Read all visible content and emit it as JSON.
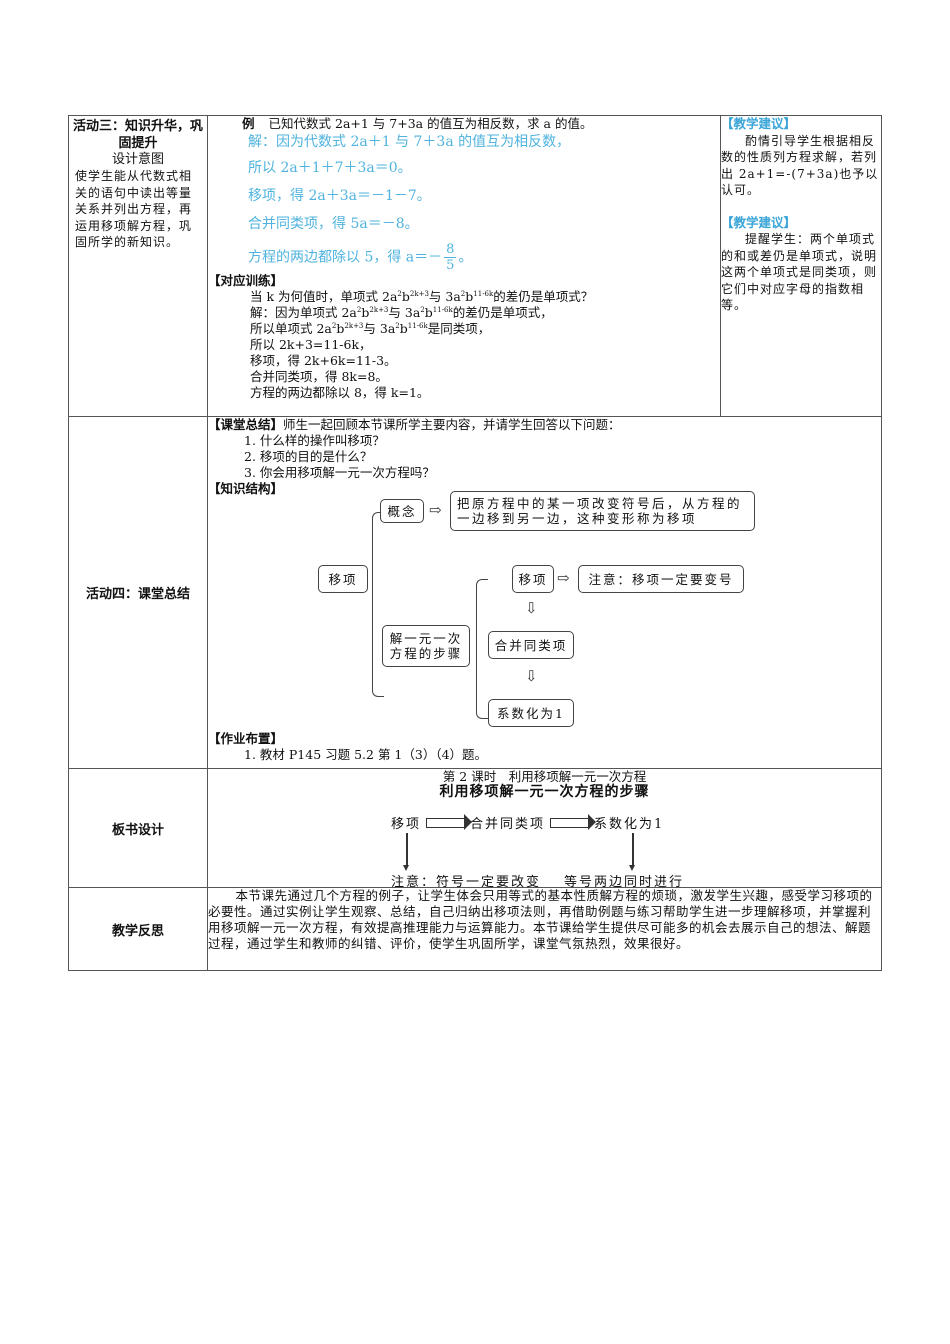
{
  "activity3": {
    "title": "活动三：知识升华，巩固提升",
    "design_label": "设计意图",
    "design_text": "使学生能从代数式相关的语句中读出等量关系并列出方程，再运用移项解方程，巩固所学的新知识。",
    "example": {
      "keyword": "例",
      "question": "已知代数式 2a+1 与 7+3a 的值互为相反数，求 a 的值。",
      "solution": [
        "解：因为代数式 2a＋1 与 7＋3a 的值互为相反数，",
        "所以 2a＋1＋7＋3a＝0。",
        "移项，得 2a＋3a＝－1－7。",
        "合并同类项，得 5a＝－8。"
      ],
      "last_line_prefix": "方程的两边都除以 5，得 a＝－",
      "fraction_num": "8",
      "fraction_den": "5",
      "last_line_suffix": "。"
    },
    "practice": {
      "heading": "【对应训练】",
      "lines": [
        "所以 2k+3=11-6k，",
        "移项，得 2k+6k=11-3。",
        "合并同类项，得 8k=8。",
        "方程的两边都除以 8，得 k=1。"
      ],
      "q_prefix": "当 k 为何值时，单项式 2a",
      "q_mid1": "b",
      "q_mid2": "与 3a",
      "q_mid3": "b",
      "q_suffix": "的差仍是单项式？",
      "s1_prefix": "解：因为单项式 2a",
      "s1_suffix": "的差仍是单项式，",
      "s2_prefix": "所以单项式 2a",
      "s2_suffix": "是同类项，",
      "sup_a": "2",
      "sup_b1": "2k+3",
      "sup_b2": "11-6k"
    },
    "tips": [
      {
        "heading": "【教学建议】",
        "text": "酌情引导学生根据相反数的性质列方程求解，若列出 2a+1=-(7+3a)也予以认可。"
      },
      {
        "heading": "【教学建议】",
        "text": "提醒学生：两个单项式的和或差仍是单项式，说明这两个单项式是同类项，则它们中对应字母的指数相等。"
      }
    ]
  },
  "activity4": {
    "title": "活动四：课堂总结",
    "summary_heading": "【课堂总结】",
    "summary_intro": "师生一起回顾本节课所学主要内容，并请学生回答以下问题：",
    "questions": [
      "1. 什么样的操作叫移项？",
      "2. 移项的目的是什么？",
      "3. 你会用移项解一元一次方程吗？"
    ],
    "structure_heading": "【知识结构】",
    "map": {
      "root": "移项",
      "concept": "概念",
      "concept_def": "把原方程中的某一项改变符号后，从方程的一边移到另一边，这种变形称为移项",
      "steps_label": "解一元一次方程的步骤",
      "step1": "移项",
      "step1_note": "注意：移项一定要变号",
      "step2": "合并同类项",
      "step3": "系数化为1"
    },
    "homework_heading": "【作业布置】",
    "homework": "1. 教材 P145 习题 5.2 第 1（3）（4）题。"
  },
  "board": {
    "label": "板书设计",
    "subtitle": "第 2 课时　利用移项解一元一次方程",
    "title": "利用移项解一元一次方程的步骤",
    "steps": [
      "移项",
      "合并同类项",
      "系数化为1"
    ],
    "note_left": "注意：符号一定要改变",
    "note_right": "等号两边同时进行"
  },
  "reflection": {
    "label": "教学反思",
    "text": "本节课先通过几个方程的例子，让学生体会只用等式的基本性质解方程的烦琐，激发学生兴趣，感受学习移项的必要性。通过实例让学生观察、总结，自己归纳出移项法则，再借助例题与练习帮助学生进一步理解移项，并掌握利用移项解一元一次方程，有效提高推理能力与运算能力。本节课给学生提供尽可能多的机会去展示自己的想法、解题过程，通过学生和教师的纠错、评价，使学生巩固所学，课堂气氛热烈，效果很好。"
  },
  "colors": {
    "solution_blue": "#4fb3de",
    "tip_heading_blue": "#3aa5d8",
    "border": "#555555"
  }
}
